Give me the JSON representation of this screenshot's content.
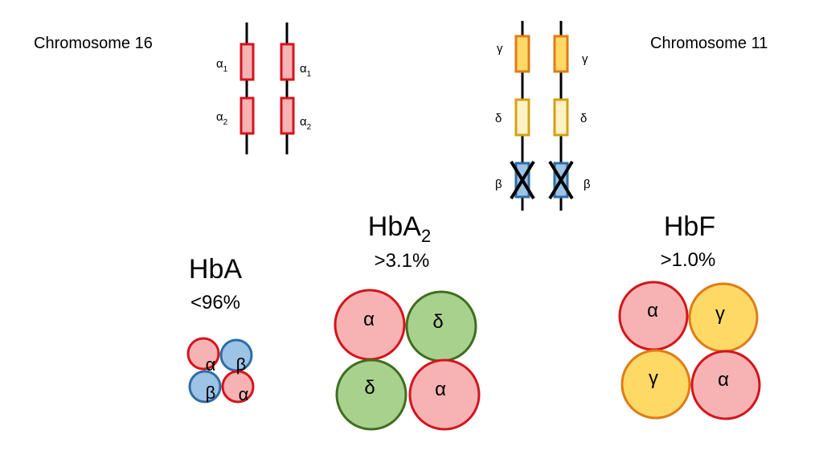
{
  "chromosome16": {
    "title": "Chromosome 16",
    "genes": [
      {
        "symbol": "α",
        "subscript": "1"
      },
      {
        "symbol": "α",
        "subscript": "2"
      }
    ]
  },
  "chromosome11": {
    "title": "Chromosome 11",
    "genes": [
      {
        "symbol": "γ",
        "subscript": ""
      },
      {
        "symbol": "δ",
        "subscript": ""
      },
      {
        "symbol": "β",
        "subscript": "",
        "crossed_out": true
      }
    ]
  },
  "hemoglobins": [
    {
      "name": "HbA",
      "name_subscript": "",
      "percent": "<96%",
      "subunits": [
        "α",
        "β",
        "β",
        "α"
      ]
    },
    {
      "name": "HbA",
      "name_subscript": "2",
      "percent": ">3.1%",
      "subunits": [
        "α",
        "δ",
        "δ",
        "α"
      ]
    },
    {
      "name": "HbF",
      "name_subscript": "",
      "percent": ">1.0%",
      "subunits": [
        "α",
        "γ",
        "γ",
        "α"
      ]
    }
  ],
  "colors": {
    "alpha_fill": "#f7b3b3",
    "alpha_stroke": "#d4141c",
    "beta_fill": "#9dc3e6",
    "beta_stroke": "#2e6da4",
    "delta_gene_fill": "#fdf2c4",
    "delta_gene_stroke": "#d4a017",
    "delta_chain_fill": "#a9d18e",
    "delta_chain_stroke": "#3f6e1f",
    "gamma_fill": "#ffd966",
    "gamma_stroke": "#e07b18"
  }
}
